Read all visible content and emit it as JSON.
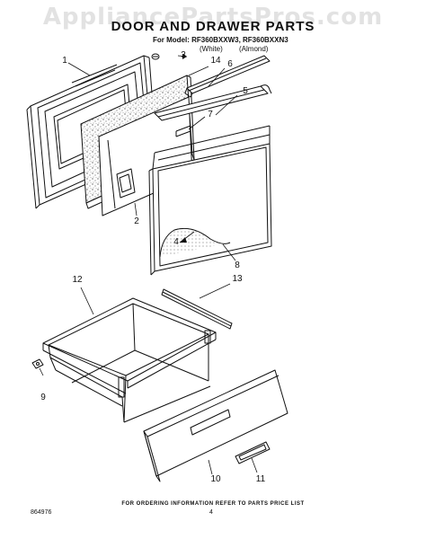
{
  "watermark": "AppliancePartsPros.com",
  "header": {
    "title": "DOOR AND DRAWER PARTS",
    "model_line": "For Model: RF360BXXW3, RF360BXXN3",
    "sub_white": "(White)",
    "sub_almond": "(Almond)"
  },
  "callouts": {
    "c1": "1",
    "c2": "2",
    "c3": "3",
    "c4": "4",
    "c5": "5",
    "c6": "6",
    "c7": "7",
    "c8": "8",
    "c9": "9",
    "c10": "10",
    "c11": "11",
    "c12": "12",
    "c13": "13",
    "c14": "14"
  },
  "footer": {
    "ordering": "FOR ORDERING INFORMATION REFER TO PARTS PRICE LIST",
    "doc_id": "864976",
    "page": "4"
  }
}
